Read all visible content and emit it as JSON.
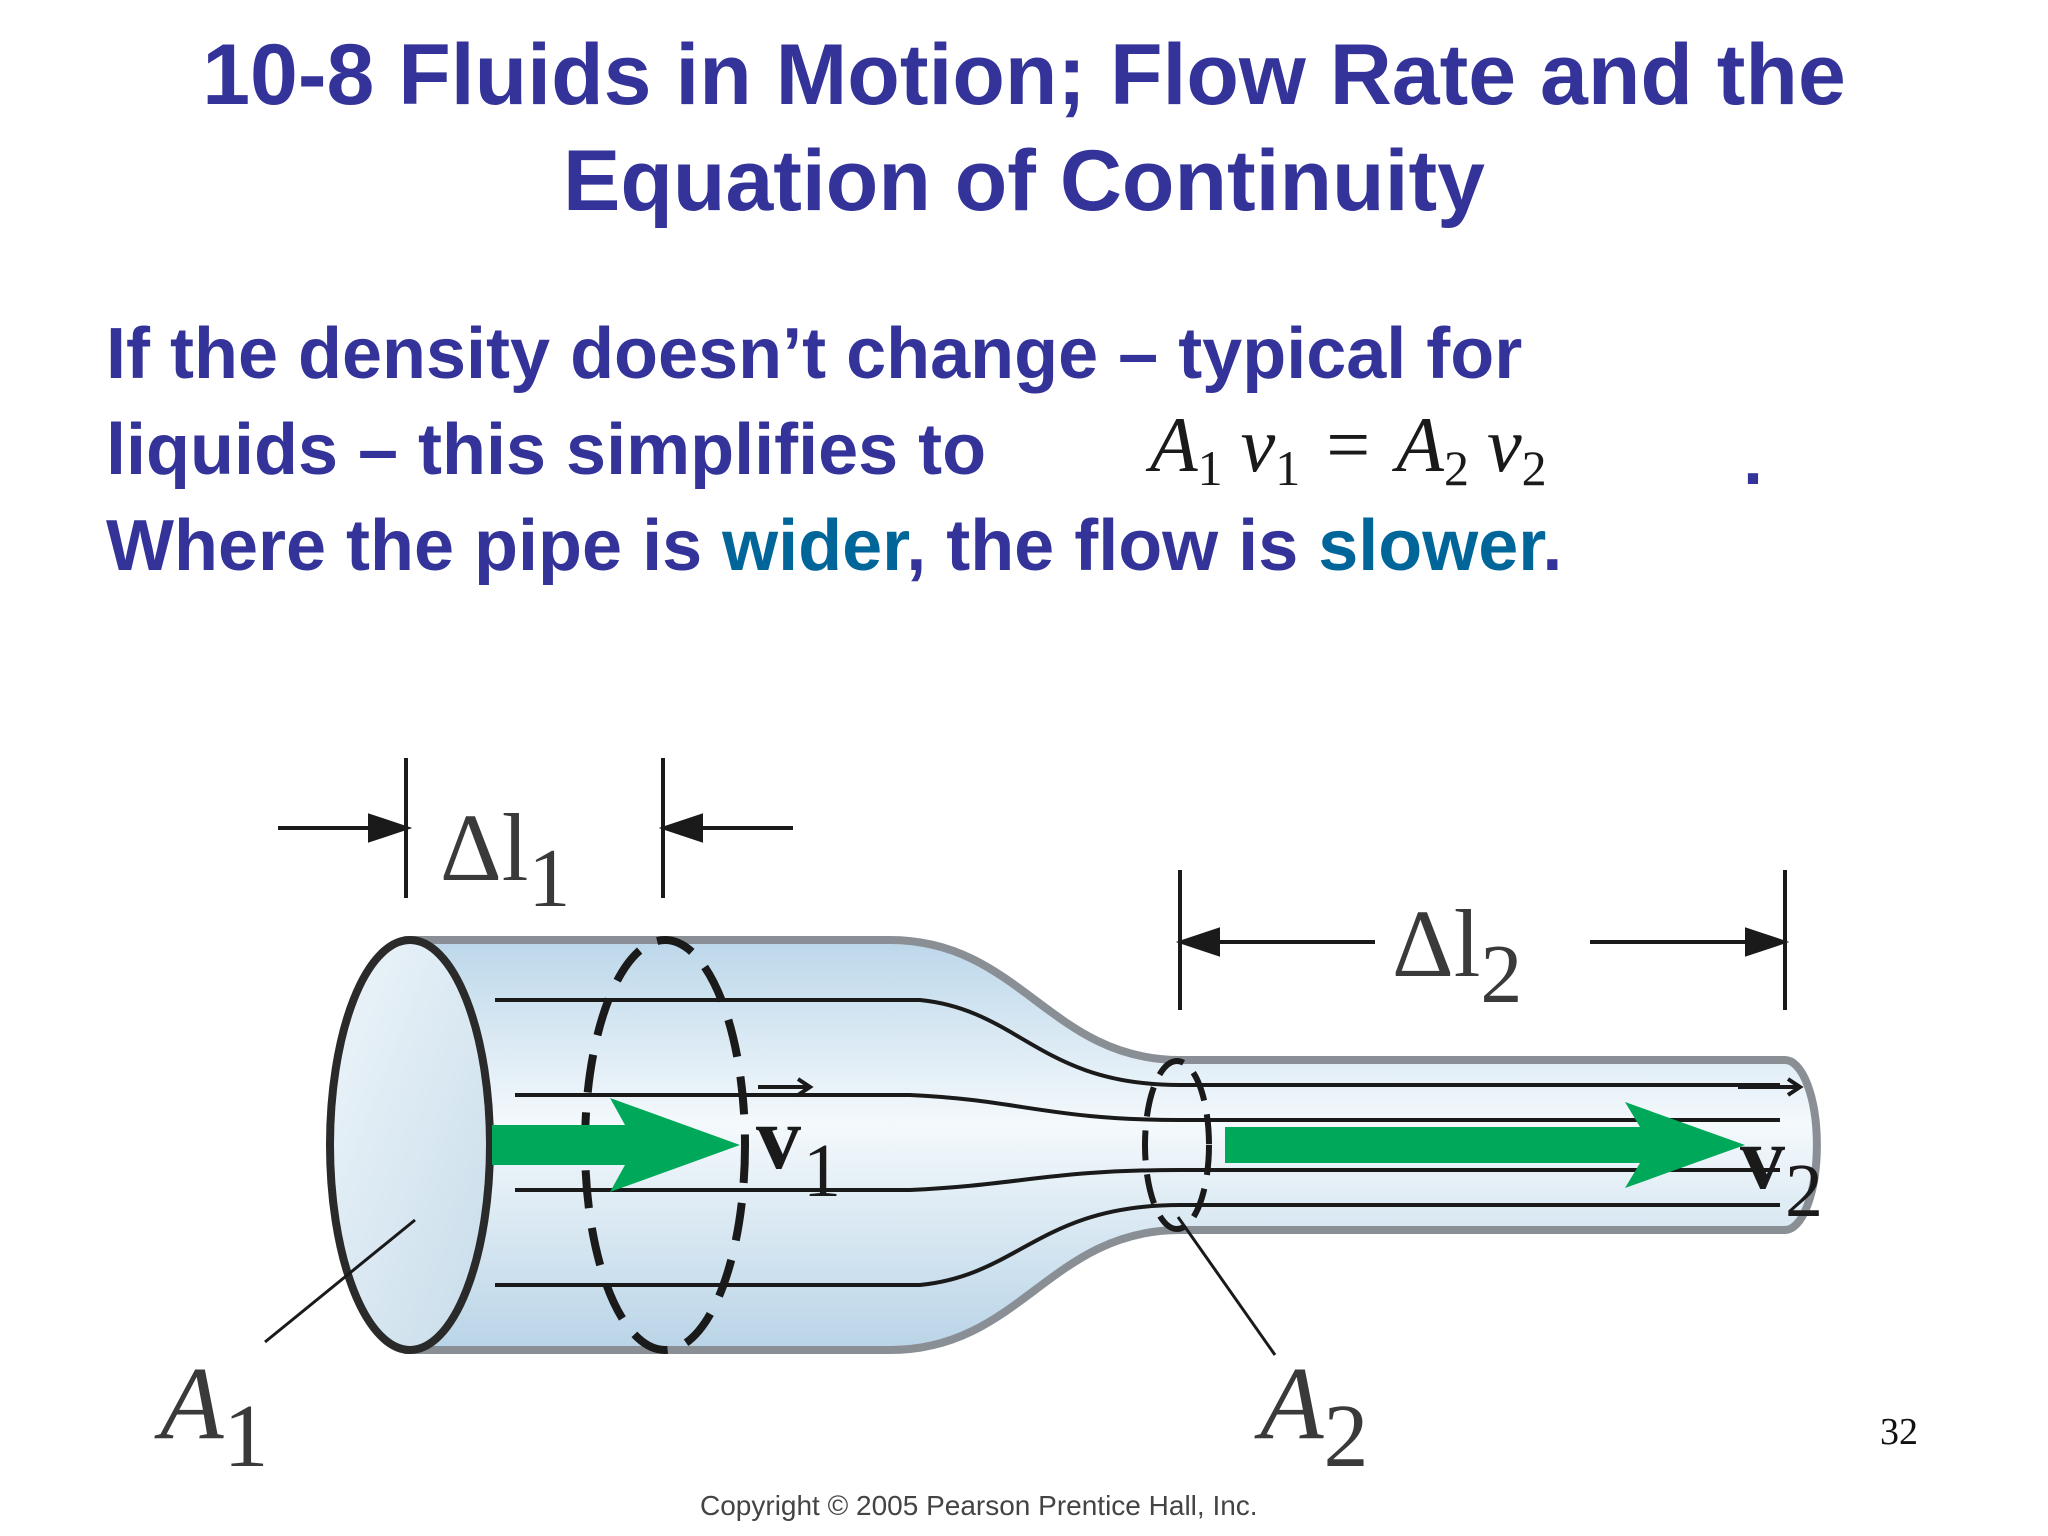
{
  "slide": {
    "title_line1": "10-8 Fluids in Motion; Flow Rate and the",
    "title_line2": "Equation of Continuity",
    "body": {
      "line1": "If the density doesn’t change – typical for",
      "line2": "liquids – this simplifies to",
      "line2_end": ".",
      "line3_part1": "Where the pipe is ",
      "line3_wider": "wider",
      "line3_part2": ", the flow is ",
      "line3_slower": "slower",
      "line3_end": "."
    },
    "equation": {
      "a1": "A",
      "a1_sub": "1",
      "v1": "v",
      "v1_sub": "1",
      "equals": "=",
      "a2": "A",
      "a2_sub": "2",
      "v2": "v",
      "v2_sub": "2"
    },
    "figure": {
      "delta_l1": "Δl",
      "delta_l1_sub": "1",
      "delta_l2": "Δl",
      "delta_l2_sub": "2",
      "v1": "v",
      "v1_sub": "1",
      "v2": "v",
      "v2_sub": "2",
      "a1": "A",
      "a1_sub": "1",
      "a2": "A",
      "a2_sub": "2",
      "colors": {
        "flow_arrow": "#00a859",
        "pipe_fill": "#cfe3f0",
        "outline": "#2a2a2a"
      }
    },
    "copyright": "Copyright © 2005 Pearson Prentice Hall, Inc.",
    "slide_number": "32",
    "colors": {
      "heading": "#333399",
      "highlight": "#006699"
    }
  }
}
